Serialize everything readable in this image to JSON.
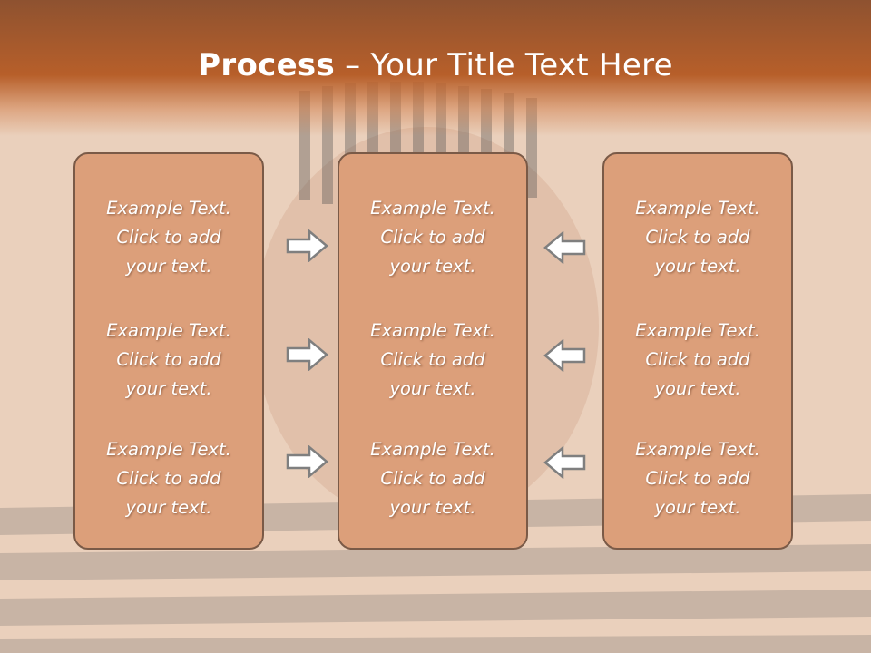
{
  "slide": {
    "title_bold": "Process",
    "title_dash": "–",
    "title_rest": "Your Title Text Here"
  },
  "columns": [
    {
      "items": [
        {
          "line1": "Example Text.",
          "line2": "Click  to add",
          "line3": "your text."
        },
        {
          "line1": "Example Text.",
          "line2": "Click  to add",
          "line3": "your text."
        },
        {
          "line1": "Example Text.",
          "line2": "Click  to add",
          "line3": "your text."
        }
      ]
    },
    {
      "items": [
        {
          "line1": "Example Text.",
          "line2": "Click  to add",
          "line3": "your text."
        },
        {
          "line1": "Example Text.",
          "line2": "Click  to add",
          "line3": "your text."
        },
        {
          "line1": "Example Text.",
          "line2": "Click  to add",
          "line3": "your text."
        }
      ]
    },
    {
      "items": [
        {
          "line1": "Example Text.",
          "line2": "Click  to add",
          "line3": "your text."
        },
        {
          "line1": "Example Text.",
          "line2": "Click  to add",
          "line3": "your text."
        },
        {
          "line1": "Example Text.",
          "line2": "Click  to add",
          "line3": "your text."
        }
      ]
    }
  ],
  "arrows": {
    "left_group": "arrow-right-icon",
    "right_group": "arrow-left-icon"
  },
  "colors": {
    "title_band": "#b75f2a",
    "box_fill": "#dc9f7a",
    "box_border": "#7a5a47",
    "arrow_fill": "#ffffff",
    "arrow_stroke": "#7f7f7f",
    "background": "#e9cdb7"
  }
}
